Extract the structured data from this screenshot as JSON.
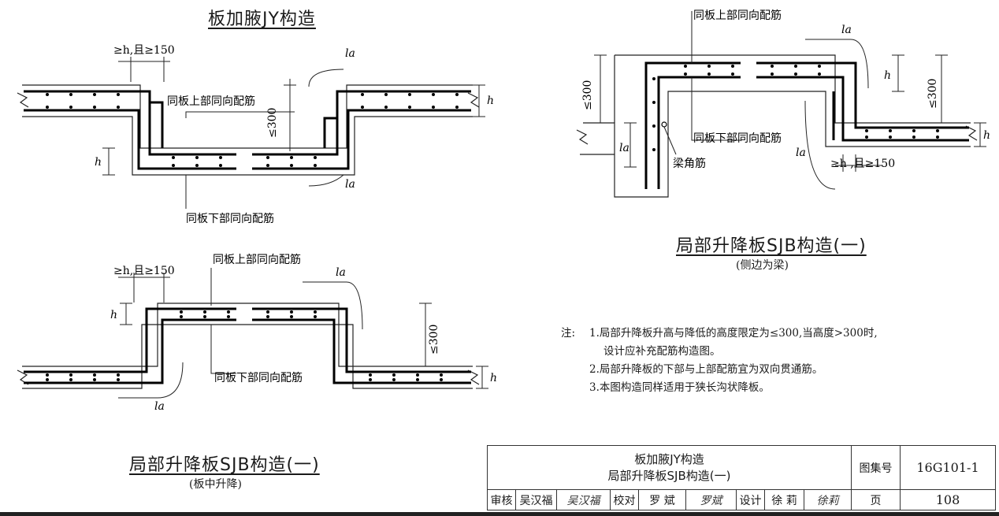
{
  "diagram1": {
    "title": "板加腋JY构造",
    "dim_top": "≥h,且≥150",
    "upper_bars": "同板上部同向配筋",
    "lower_bars": "同板下部同向配筋",
    "limit": "≤300",
    "h": "h",
    "la": "la"
  },
  "diagram2": {
    "title": "局部升降板SJB构造(一)",
    "subtitle": "(板中升降)",
    "dim_top": "≥h,且≥150",
    "upper_bars": "同板上部同向配筋",
    "lower_bars": "同板下部同向配筋",
    "limit": "≤300",
    "h": "h",
    "la": "la"
  },
  "diagram3": {
    "title": "局部升降板SJB构造(一)",
    "subtitle": "(侧边为梁)",
    "upper_bars": "同板上部同向配筋",
    "lower_bars": "同板下部同向配筋",
    "corner_bar": "梁角筋",
    "dim_right": "≥h ,且≥150",
    "limit": "≤300",
    "h": "h",
    "la": "la"
  },
  "notes": {
    "prefix": "注:",
    "items": [
      "1.局部升降板升高与降低的高度限定为≤300,当高度>300时,",
      "设计应补充配筋构造图。",
      "2.局部升降板的下部与上部配筋宜为双向贯通筋。",
      "3.本图构造同样适用于狭长沟状降板。"
    ]
  },
  "title_block": {
    "drawing_title_1": "板加腋JY构造",
    "drawing_title_2": "局部升降板SJB构造(一)",
    "atlas_label": "图集号",
    "atlas_no": "16G101-1",
    "review_label": "审核",
    "reviewer": "吴汉福",
    "reviewer_sign": "吴汉福",
    "check_label": "校对",
    "checker": "罗 斌",
    "checker_sign": "罗斌",
    "design_label": "设计",
    "designer": "徐 莉",
    "designer_sign": "徐莉",
    "page_label": "页",
    "page_no": "108"
  }
}
